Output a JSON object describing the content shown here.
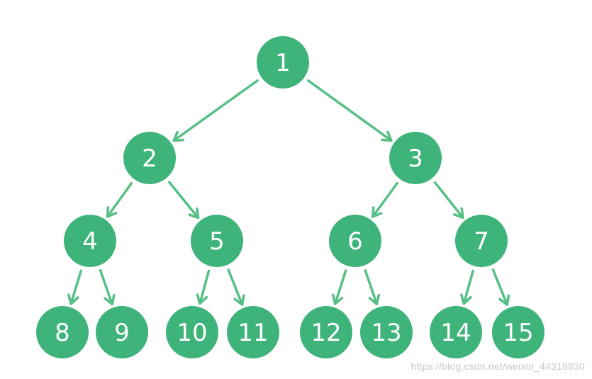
{
  "diagram": {
    "node_color": "#3fb47a",
    "edge_color": "#57bf86",
    "label_color": "#ffffff",
    "nodes": [
      {
        "id": 1,
        "label": "1"
      },
      {
        "id": 2,
        "label": "2"
      },
      {
        "id": 3,
        "label": "3"
      },
      {
        "id": 4,
        "label": "4"
      },
      {
        "id": 5,
        "label": "5"
      },
      {
        "id": 6,
        "label": "6"
      },
      {
        "id": 7,
        "label": "7"
      },
      {
        "id": 8,
        "label": "8"
      },
      {
        "id": 9,
        "label": "9"
      },
      {
        "id": 10,
        "label": "10"
      },
      {
        "id": 11,
        "label": "11"
      },
      {
        "id": 12,
        "label": "12"
      },
      {
        "id": 13,
        "label": "13"
      },
      {
        "id": 14,
        "label": "14"
      },
      {
        "id": 15,
        "label": "15"
      }
    ],
    "edges": [
      [
        1,
        2
      ],
      [
        1,
        3
      ],
      [
        2,
        4
      ],
      [
        2,
        5
      ],
      [
        3,
        6
      ],
      [
        3,
        7
      ],
      [
        4,
        8
      ],
      [
        4,
        9
      ],
      [
        5,
        10
      ],
      [
        5,
        11
      ],
      [
        6,
        12
      ],
      [
        6,
        13
      ],
      [
        7,
        14
      ],
      [
        7,
        15
      ]
    ]
  },
  "watermark": {
    "text": "https://blog.csdn.net/weixin_44318830"
  }
}
